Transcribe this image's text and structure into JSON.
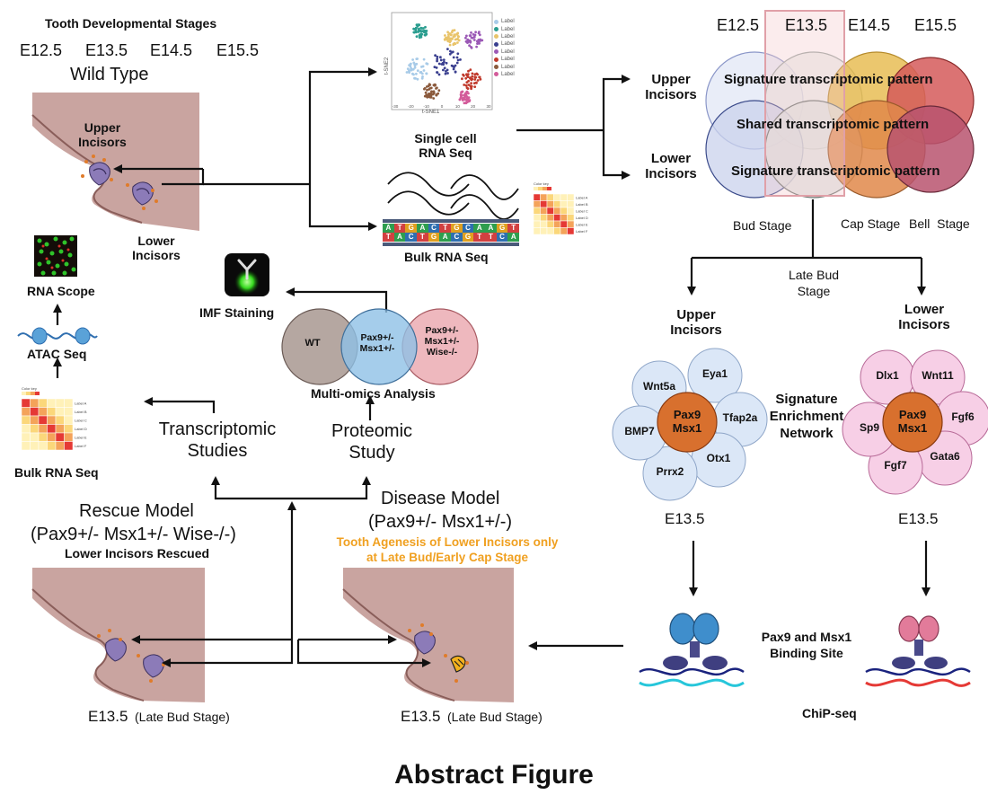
{
  "wild_type": {
    "title": "Tooth Developmental Stages",
    "stages": [
      "E12.5",
      "E13.5",
      "E14.5",
      "E15.5"
    ],
    "label": "Wild Type",
    "upper": "Upper Incisors",
    "lower": "Lower Incisors"
  },
  "scrna": {
    "title": "Single cell RNA Seq",
    "xaxis": "t-SNE1",
    "yaxis": "t-SNE2",
    "xticks": [
      "-30",
      "-20",
      "-10",
      "0",
      "10",
      "20",
      "30"
    ],
    "yticks": [
      "30",
      "20",
      "10",
      "0",
      "-10",
      "-20",
      "-30"
    ],
    "legend": [
      "Label",
      "Label",
      "Label",
      "Label",
      "Label",
      "Label",
      "Label",
      "Label"
    ],
    "cluster_colors": [
      "#a8cbe8",
      "#2a9d8f",
      "#e9c46a",
      "#3a3f8f",
      "#9b59b6",
      "#c0392b",
      "#8b5a3c",
      "#d35b9a"
    ]
  },
  "bulk": {
    "title": "Bulk RNA Seq",
    "dna_top": [
      "A",
      "T",
      "G",
      "A",
      "C",
      "T",
      "G",
      "C",
      "A",
      "A",
      "G",
      "T"
    ],
    "dna_bottom": [
      "T",
      "A",
      "C",
      "T",
      "G",
      "A",
      "C",
      "G",
      "T",
      "T",
      "C",
      "A"
    ],
    "heatmap_labels": [
      "Label A",
      "Label B",
      "Label C",
      "Label D",
      "Label E",
      "Label F"
    ],
    "color_key": "Color key"
  },
  "venn_top": {
    "stages": [
      "E12.5",
      "E13.5",
      "E14.5",
      "E15.5"
    ],
    "upper": "Upper Incisors",
    "lower": "Lower Incisors",
    "row1": "Signature transcriptomic pattern",
    "row2": "Shared transcriptomic pattern",
    "row3": "Signature transcriptomic pattern",
    "bud": "Bud Stage",
    "cap": "Cap Stage",
    "bell": "Bell  Stage",
    "late_bud": "Late Bud Stage"
  },
  "network": {
    "upper_title": "Upper Incisors",
    "lower_title": "Lower Incisors",
    "center": "Pax9 Msx1",
    "middle": "Signature Enrichment Network",
    "upper_genes": [
      "Wnt5a",
      "Eya1",
      "Tfap2a",
      "Otx1",
      "Prrx2",
      "BMP7"
    ],
    "lower_genes": [
      "Dlx1",
      "Wnt11",
      "Fgf6",
      "Gata6",
      "Fgf7",
      "Sp9"
    ],
    "stage_left": "E13.5",
    "stage_right": "E13.5"
  },
  "chip": {
    "binding": "Pax9 and Msx1 Binding Site",
    "method": "ChiP-seq"
  },
  "left_stack": {
    "rnascope": "RNA Scope",
    "atac": "ATAC Seq",
    "bulk": "Bulk RNA Seq"
  },
  "omics": {
    "imf": "IMF Staining",
    "wt": "WT",
    "het": "Pax9+/- Msx1+/-",
    "triple": "Pax9+/- Msx1+/- Wise-/-",
    "title": "Multi-omics Analysis",
    "transcriptomic": "Transcriptomic Studies",
    "proteomic": "Proteomic Study"
  },
  "rescue": {
    "title": "Rescue Model",
    "genotype": "(Pax9+/- Msx1+/- Wise-/-)",
    "note": "Lower Incisors Rescued",
    "stage": "E13.5",
    "stage_note": "(Late Bud Stage)"
  },
  "disease": {
    "title": "Disease Model",
    "genotype": "(Pax9+/- Msx1+/-)",
    "note1": "Tooth Agenesis of Lower Incisors only",
    "note2": "at Late Bud/Early Cap Stage",
    "note_color": "#f0a020",
    "stage": "E13.5",
    "stage_note": "(Late Bud Stage)"
  },
  "footer": {
    "title": "Abstract Figure"
  }
}
